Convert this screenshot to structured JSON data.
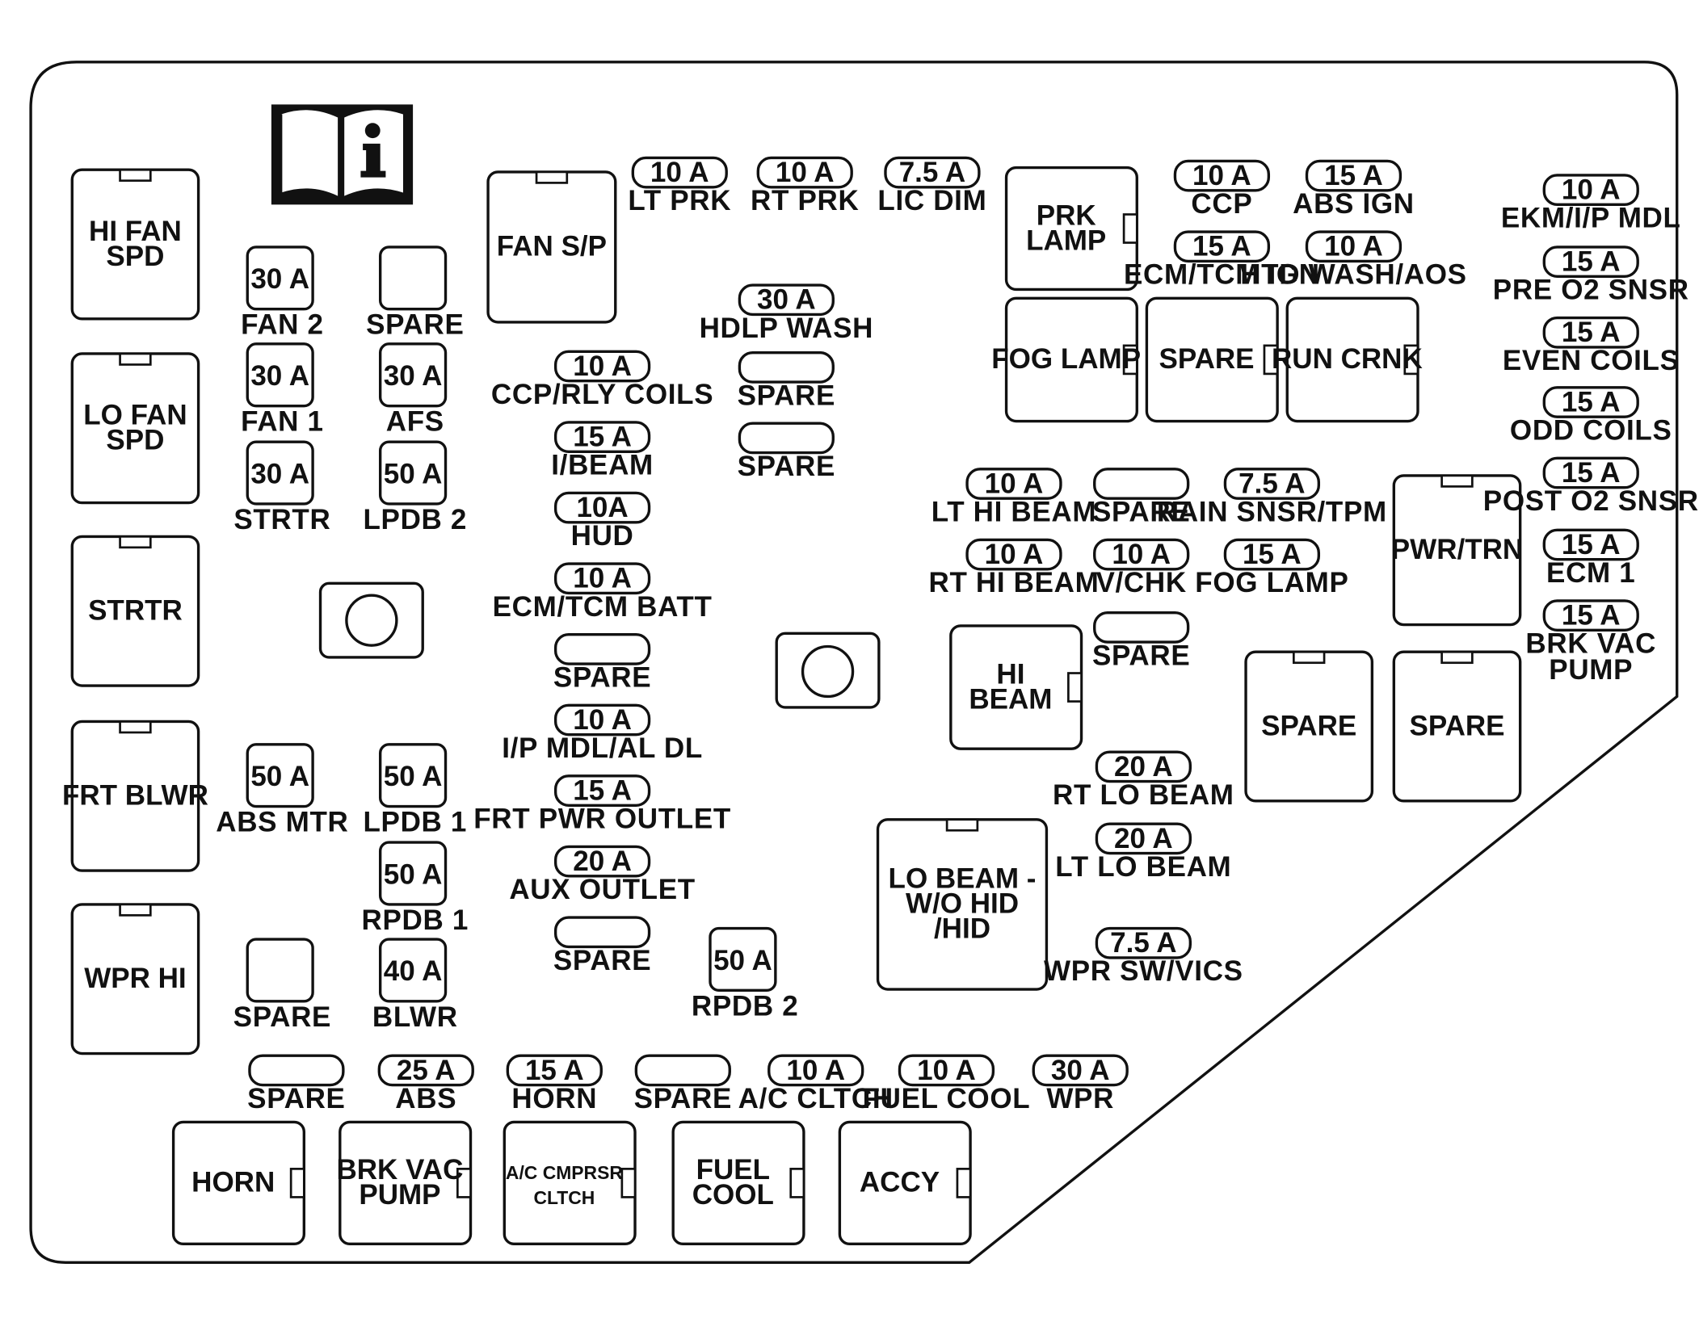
{
  "relays": {
    "hi_fan_spd": [
      "HI FAN",
      "SPD"
    ],
    "lo_fan_spd": [
      "LO FAN",
      "SPD"
    ],
    "strtr": [
      "STRTR"
    ],
    "frt_blwr": [
      "FRT BLWR"
    ],
    "wpr_hi": [
      "WPR HI"
    ],
    "fan_sp": [
      "FAN S/P"
    ],
    "prk_lamp": [
      "PRK",
      "LAMP"
    ],
    "fog_lamp": [
      "FOG LAMP"
    ],
    "spare_top": [
      "SPARE"
    ],
    "run_crnk": [
      "RUN CRNK"
    ],
    "pwr_trn": [
      "PWR/TRN"
    ],
    "hi_beam": [
      "HI",
      "BEAM"
    ],
    "spare_r1": [
      "SPARE"
    ],
    "spare_r2": [
      "SPARE"
    ],
    "lo_beam": [
      "LO BEAM -",
      "W/O HID",
      "/HID"
    ],
    "horn": [
      "HORN"
    ],
    "brk_vac_pump": [
      "BRK VAC",
      "PUMP"
    ],
    "ac_cmprsr": [
      "A/C CMPRSR",
      "CLTCH"
    ],
    "fuel_cool": [
      "FUEL",
      "COOL"
    ],
    "accy": [
      "ACCY"
    ]
  },
  "square_fuses": [
    {
      "value": "30 A",
      "label": "FAN 2"
    },
    {
      "value": "",
      "label": "SPARE"
    },
    {
      "value": "30 A",
      "label": "FAN 1"
    },
    {
      "value": "30 A",
      "label": "AFS"
    },
    {
      "value": "30 A",
      "label": "STRTR"
    },
    {
      "value": "50 A",
      "label": "LPDB 2"
    },
    {
      "value": "50 A",
      "label": "ABS MTR"
    },
    {
      "value": "50 A",
      "label": "LPDB 1"
    },
    {
      "value": "50 A",
      "label": "RPDB 1"
    },
    {
      "value": "",
      "label": "SPARE"
    },
    {
      "value": "40 A",
      "label": "BLWR"
    },
    {
      "value": "50 A",
      "label": "RPDB 2"
    }
  ],
  "mini_fuses": [
    {
      "value": "10 A",
      "label": "LT PRK"
    },
    {
      "value": "10 A",
      "label": "RT PRK"
    },
    {
      "value": "7.5 A",
      "label": "LIC DIM"
    },
    {
      "value": "10 A",
      "label": "CCP"
    },
    {
      "value": "15 A",
      "label": "ABS IGN"
    },
    {
      "value": "15 A",
      "label": "ECM/TCM IGN"
    },
    {
      "value": "10 A",
      "label": "HTD WASH/AOS"
    },
    {
      "value": "10 A",
      "label": "EKM/I/P MDL"
    },
    {
      "value": "15 A",
      "label": "PRE O2 SNSR"
    },
    {
      "value": "15 A",
      "label": "EVEN COILS"
    },
    {
      "value": "15 A",
      "label": "ODD COILS"
    },
    {
      "value": "15 A",
      "label": "POST O2 SNSR"
    },
    {
      "value": "15 A",
      "label": "ECM 1"
    },
    {
      "value": "15 A",
      "label": "BRK VAC|PUMP"
    },
    {
      "value": "30 A",
      "label": "HDLP WASH"
    },
    {
      "value": "",
      "label": "SPARE"
    },
    {
      "value": "",
      "label": "SPARE"
    },
    {
      "value": "10 A",
      "label": "CCP/RLY COILS"
    },
    {
      "value": "15 A",
      "label": "I/BEAM"
    },
    {
      "value": "10A",
      "label": "HUD"
    },
    {
      "value": "10 A",
      "label": "ECM/TCM BATT"
    },
    {
      "value": "",
      "label": "SPARE"
    },
    {
      "value": "10 A",
      "label": "I/P MDL/AL DL"
    },
    {
      "value": "15 A",
      "label": "FRT PWR OUTLET"
    },
    {
      "value": "20 A",
      "label": "AUX OUTLET"
    },
    {
      "value": "",
      "label": "SPARE"
    },
    {
      "value": "10 A",
      "label": "LT HI BEAM"
    },
    {
      "value": "",
      "label": "SPARE"
    },
    {
      "value": "7.5 A",
      "label": "RAIN SNSR/TPM"
    },
    {
      "value": "10 A",
      "label": "RT HI BEAM"
    },
    {
      "value": "10 A",
      "label": "V/CHK"
    },
    {
      "value": "15 A",
      "label": "FOG LAMP"
    },
    {
      "value": "",
      "label": "SPARE"
    },
    {
      "value": "20 A",
      "label": "RT LO BEAM"
    },
    {
      "value": "20 A",
      "label": "LT LO BEAM"
    },
    {
      "value": "7.5 A",
      "label": "WPR SW/VICS"
    },
    {
      "value": "",
      "label": "SPARE"
    },
    {
      "value": "25 A",
      "label": "ABS"
    },
    {
      "value": "15 A",
      "label": "HORN"
    },
    {
      "value": "",
      "label": "SPARE"
    },
    {
      "value": "10 A",
      "label": "A/C CLTCH"
    },
    {
      "value": "10 A",
      "label": "FUEL COOL"
    },
    {
      "value": "30 A",
      "label": "WPR"
    }
  ],
  "icons": [
    "owners-manual-info-icon",
    "mounting-bolt-icon",
    "mounting-bolt-icon"
  ]
}
